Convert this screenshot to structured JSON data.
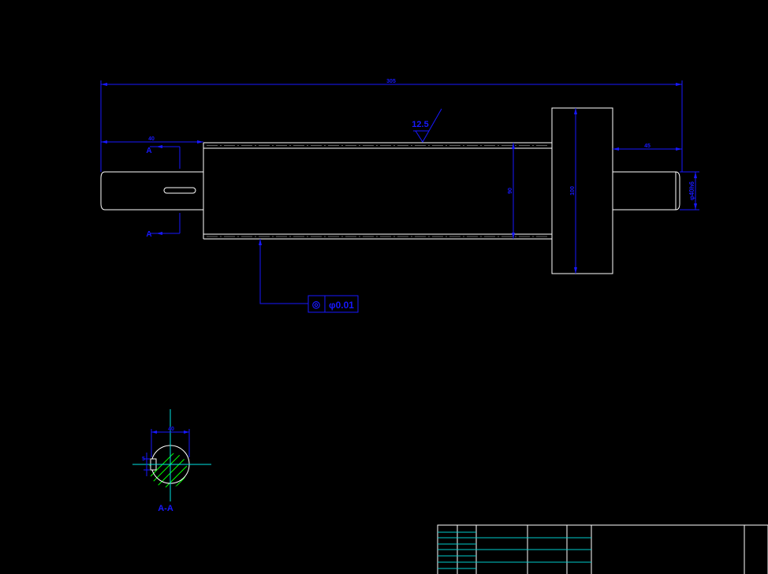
{
  "drawing": {
    "overall_length": "305",
    "left_shaft_length": "40",
    "right_shaft_length": "45",
    "surface_roughness": "12.5",
    "flange_diameter": "100",
    "drum_diameter": "90",
    "shaft_diameter": "φ40h6",
    "section_marker_top": "A",
    "section_marker_bottom": "A",
    "tolerance_symbol": "◎",
    "tolerance_value": "φ0.01"
  },
  "section": {
    "width_dim": "40",
    "key_dim": "5",
    "label": "A-A"
  },
  "colors": {
    "background": "#000000",
    "outline": "#ffffff",
    "dimension": "#1818ff",
    "centerline": "#00e5e5",
    "hatch": "#00ff00"
  }
}
